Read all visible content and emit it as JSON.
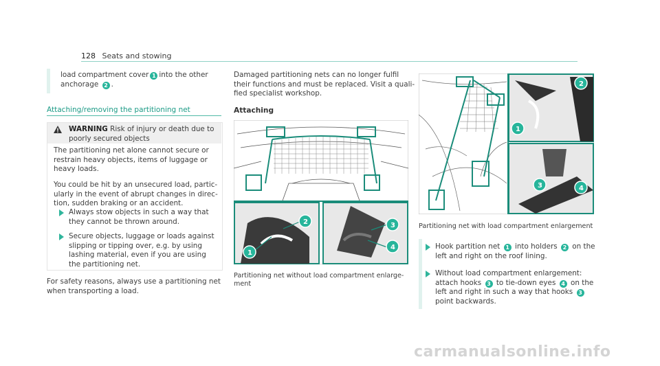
{
  "header": {
    "page_number": "128",
    "section": "Seats and stowing"
  },
  "col1": {
    "intro_line1": "load compartment cover",
    "intro_n1": "1",
    "intro_line1b": "into the other",
    "intro_line2": "anchorage",
    "intro_n2": "2",
    "intro_line2b": ".",
    "heading": "Attaching/removing the partitioning net",
    "warning": {
      "title": "WARNING",
      "title_text_1": "Risk of injury or death due to",
      "title_text_2": "poorly secured objects",
      "p1": [
        "The partitioning net alone cannot secure or",
        "restrain heavy objects, items of luggage or",
        "heavy loads."
      ],
      "p2": [
        "You could be hit by an unsecured load, partic-",
        "ularly in the event of abrupt changes in direc-",
        "tion, sudden braking or an accident."
      ],
      "b1": [
        "Always stow objects in such a way that",
        "they cannot be thrown around."
      ],
      "b2": [
        "Secure objects, luggage or loads against",
        "slipping or tipping over, e.g. by using",
        "lashing material, even if you are using",
        "the partitioning net."
      ]
    },
    "footer": [
      "For safety reasons, always use a partitioning net",
      "when transporting a load."
    ]
  },
  "col2": {
    "intro": [
      "Damaged partitioning nets can no longer fulfil",
      "their functions and must be replaced. Visit a quali-",
      "fied specialist workshop."
    ],
    "heading": "Attaching",
    "caption": [
      "Partitioning net without load compartment enlarge-",
      "ment"
    ],
    "markers": [
      "1",
      "2",
      "3",
      "4"
    ]
  },
  "col3": {
    "caption": "Partitioning net with load compartment enlargement",
    "markers": [
      "1",
      "2",
      "3",
      "4"
    ],
    "s1": {
      "a": "Hook partition net",
      "n1": "1",
      "b": "into holders",
      "n2": "2",
      "c": "on the",
      "line2": "left and right on the roof lining."
    },
    "s2": {
      "line1": "Without load compartment enlargement:",
      "a": "attach hooks",
      "n3": "3",
      "b": "to tie-down eyes",
      "n4": "4",
      "c": "on the",
      "line3a": "left and right in such a way that hooks",
      "n3b": "3",
      "line4": "point backwards."
    }
  },
  "watermark": "carmanualsonline.info",
  "colors": {
    "accent": "#27b59b",
    "heading": "#1c9b86"
  }
}
